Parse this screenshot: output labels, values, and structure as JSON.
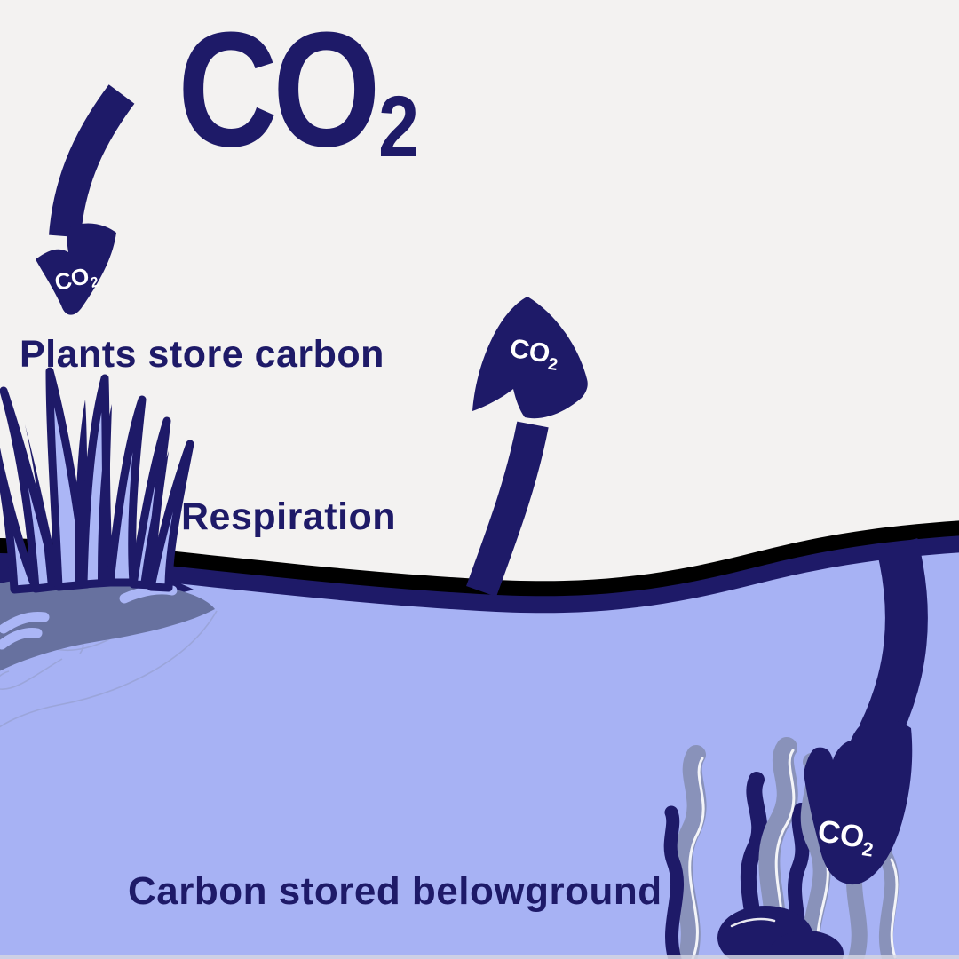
{
  "title": {
    "main": "CO",
    "sub": "2"
  },
  "labels": {
    "plants": "Plants store carbon",
    "respiration": "Respiration",
    "belowground": "Carbon stored belowground"
  },
  "arrows": {
    "absorption": {
      "text_main": "CO",
      "text_sub": "2"
    },
    "respiration": {
      "text_main": "CO",
      "text_sub": "2"
    },
    "storage": {
      "text_main": "CO",
      "text_sub": "2"
    }
  },
  "colors": {
    "navy": "#1e1a68",
    "sky": "#f3f2f1",
    "water": "#a7b2f4",
    "grass_fill": "#abb6f6",
    "sediment": "#67719f",
    "seaweed": "#8992ba",
    "waterline": "#000000",
    "arrow_label": "#ffffff",
    "faint_line": "#97a0d2",
    "bottom_edge": "#d3d5e2"
  }
}
